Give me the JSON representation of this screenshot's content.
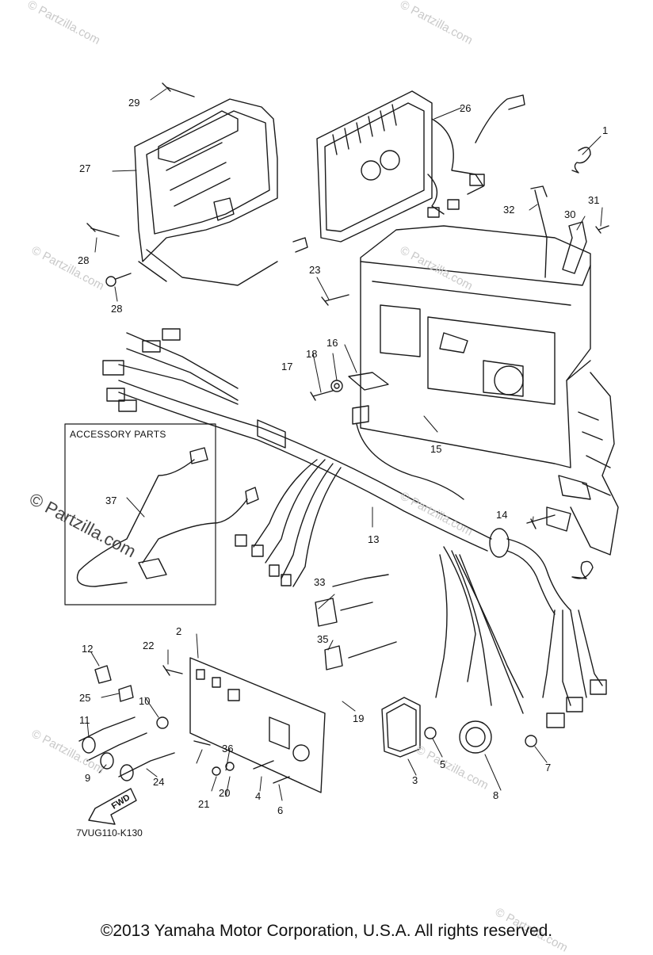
{
  "diagram": {
    "accessory_label": "ACCESSORY PARTS",
    "drawing_code": "7VUG110-K130",
    "fwd_label": "FWD",
    "copyright": "©2013  Yamaha Motor Corporation, U.S.A. All rights reserved.",
    "watermarks": [
      "© Partzilla.com",
      "© Partzilla.com",
      "© Partzilla.com",
      "© Partzilla.com",
      "© Partzilla.com",
      "© Partzilla.com",
      "© Partzilla.com",
      "© Partzilla.com",
      "© Partzilla.com"
    ],
    "callouts": [
      "1",
      "2",
      "3",
      "4",
      "5",
      "6",
      "7",
      "8",
      "9",
      "10",
      "11",
      "12",
      "13",
      "14",
      "15",
      "16",
      "17",
      "18",
      "19",
      "20",
      "21",
      "22",
      "23",
      "24",
      "25",
      "26",
      "27",
      "28",
      "28",
      "29",
      "30",
      "31",
      "32",
      "33",
      "35",
      "36",
      "37"
    ]
  }
}
